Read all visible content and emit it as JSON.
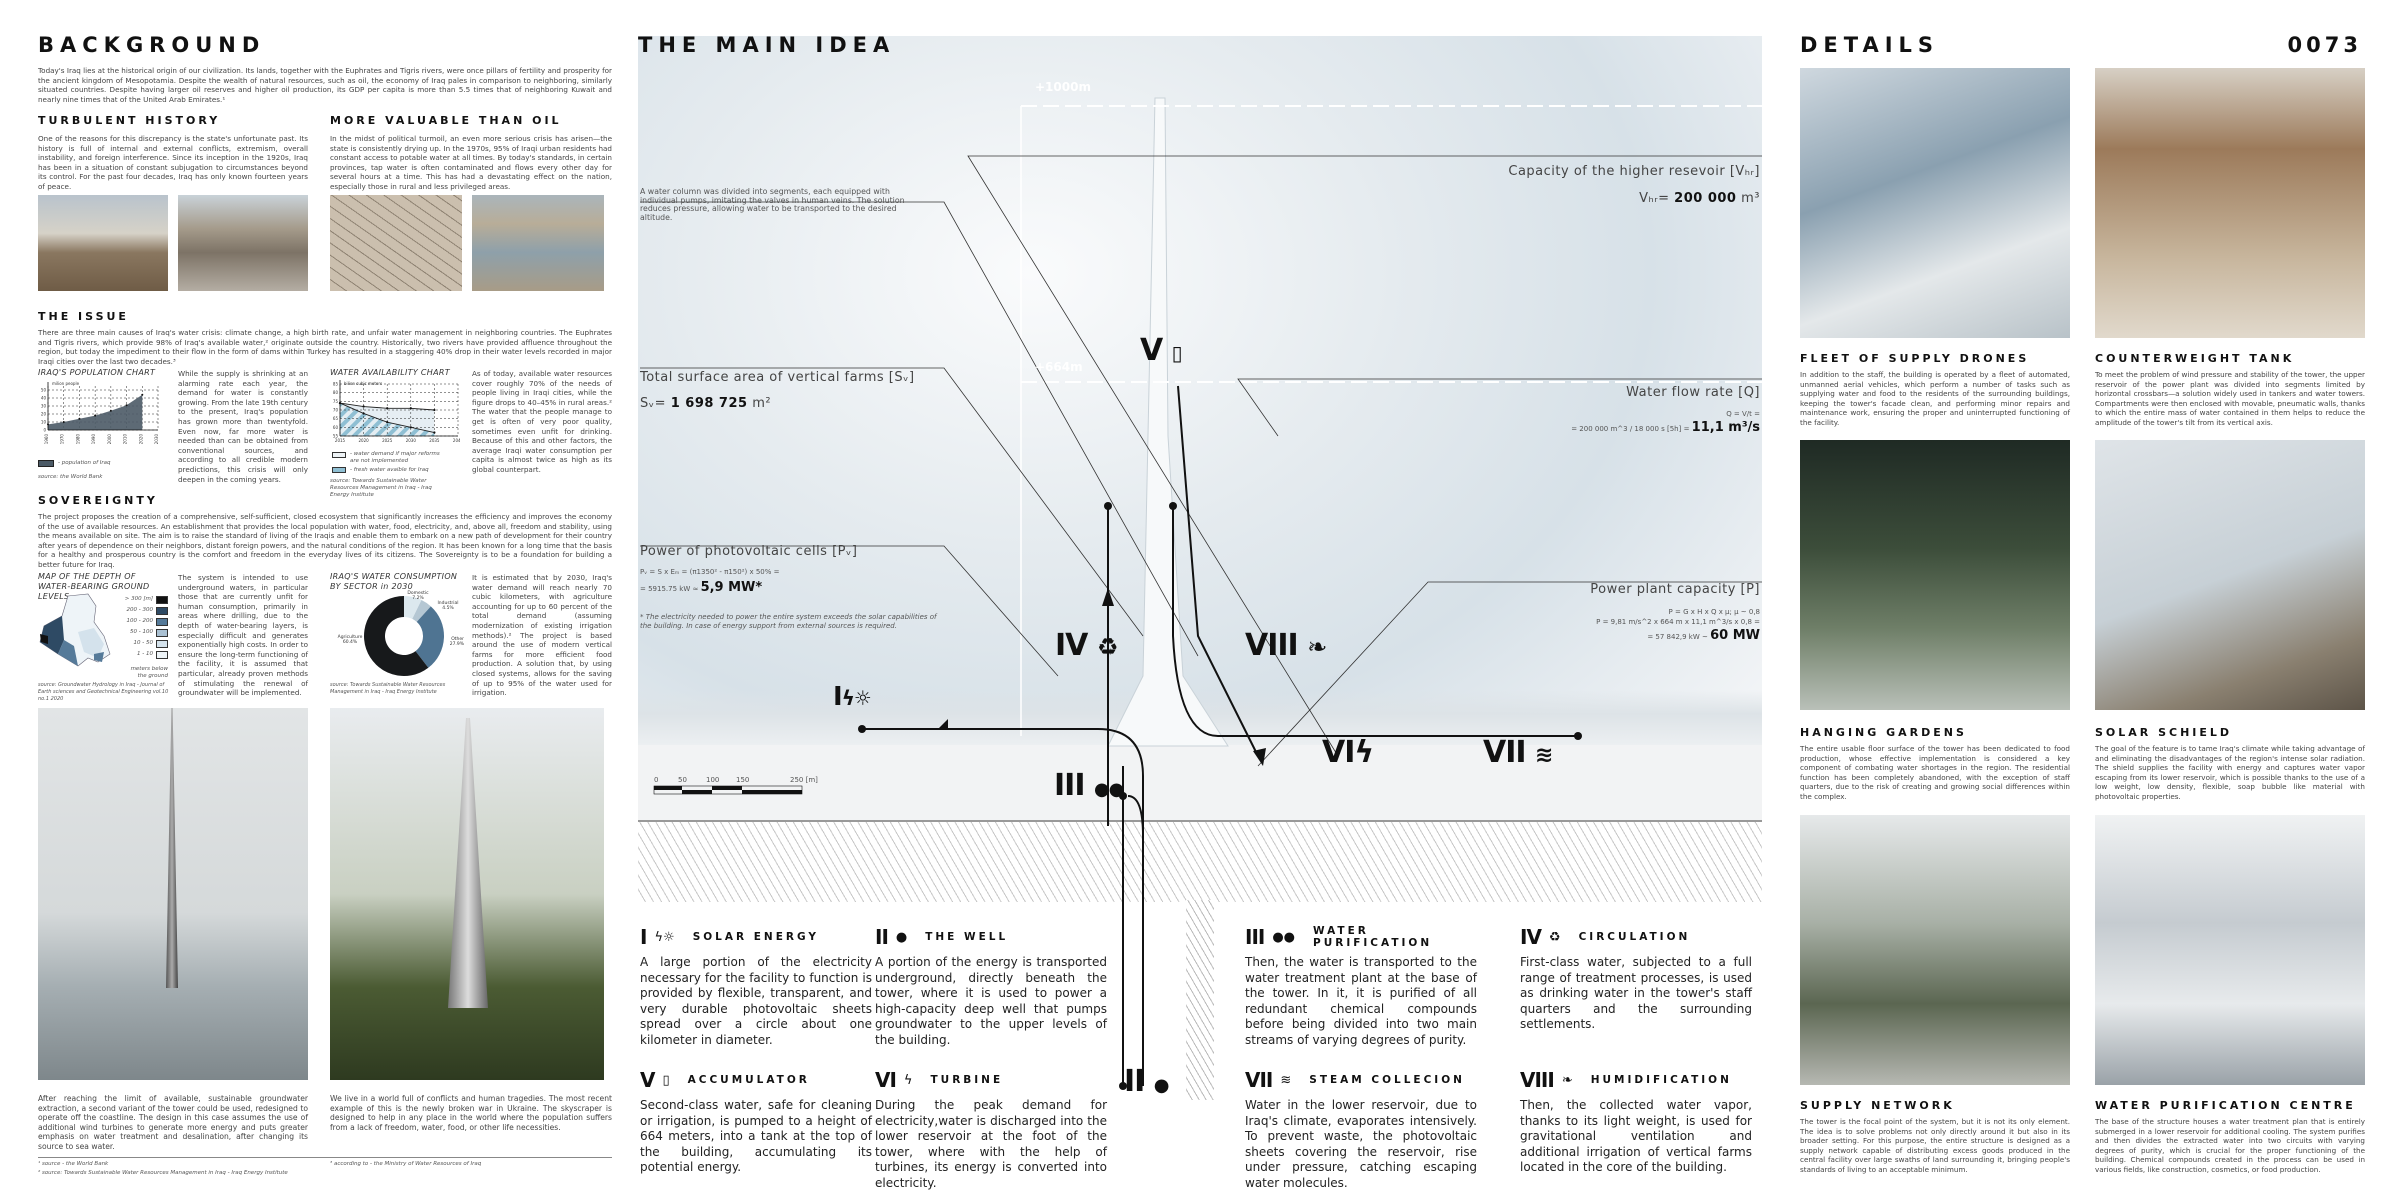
{
  "background": {
    "title": "BACKGROUND",
    "intro": "Today's Iraq lies at the historical origin of our civilization. Its lands, together with the Euphrates and Tigris rivers, were once pillars of fertility and prosperity for the ancient kingdom of Mesopotamia. Despite the wealth of natural resources, such as oil, the economy of Iraq pales in comparison to neighboring, similarly situated countries. Despite having larger oil reserves and higher oil production, its GDP per capita is more than 5.5 times that of neighboring Kuwait and nearly nine times that of the United Arab Emirates.¹",
    "turbulent_title": "TURBULENT HISTORY",
    "turbulent_text": "One of the reasons for this discrepancy is the state's unfortunate past. Its history is full of internal and external conflicts, extremism, overall instability, and foreign interference. Since its inception in the 1920s, Iraq has been in a situation of constant subjugation to circumstances beyond its control. For the past four decades, Iraq has only known fourteen years of peace.",
    "oil_title": "MORE VALUABLE THAN OIL",
    "oil_text": "In the midst of political turmoil, an even more serious crisis has arisen—the state is consistently drying up. In the 1970s, 95% of Iraqi urban residents had constant access to potable water at all times. By today's standards, in certain provinces, tap water is often contaminated and flows every other day for several hours at a time. This has had a devastating effect on the nation, especially those in rural and less privileged areas.",
    "issue_title": "THE ISSUE",
    "issue_text": "There are three main causes of Iraq's water crisis: climate change, a high birth rate, and unfair water management in neighboring countries. The Euphrates and Tigris rivers, which provide 98% of Iraq's available water,² originate outside the country. Historically, two rivers have provided affluence throughout the region, but today the impediment to their flow in the form of dams within Turkey has resulted in a staggering 40% drop in their water levels recorded in major Iraqi cities over the last two decades.³",
    "pop_text": "While the supply is shrinking at an alarming rate each year, the demand for water is constantly growing. From the late 19th century to the present, Iraq's population has grown more than twentyfold. Even now, far more water is needed than can be obtained from conventional sources, and according to all credible modern predictions, this crisis will only deepen in the coming years.",
    "water_text": "As of today, available water resources cover roughly 70% of the needs of people living in Iraqi cities, while the figure drops to 40–45% in rural areas.² The water that the people manage to get is often of very poor quality, sometimes even unfit for drinking. Because of this and other factors, the average Iraqi water consumption per capita is almost twice as high as its global counterpart.",
    "sovereignty_title": "SOVEREIGNTY",
    "sovereignty_text": "The project proposes the creation of a comprehensive, self-sufficient, closed ecosystem that significantly increases the efficiency and improves the economy of the use of available resources. An establishment that provides the local population with water, food, electricity, and, above all, freedom and stability, using the means available on site. The aim is to raise the standard of living of the Iraqis and enable them to embark on a new path of development for their country after years of dependence on their neighbors, distant foreign powers, and the natural conditions of the region. It has been known for a long time that the basis for a healthy and prosperous country is the comfort and freedom in the everyday lives of its citizens. The Sovereignty is to be a foundation for building a better future for Iraq.",
    "map_text": "The system is intended to use underground waters, in particular those that are currently unfit for human consumption, primarily in areas where drilling, due to the depth of water-bearing layers, is especially difficult and generates exponentially high costs. In order to ensure the long-term functioning of the facility, it is assumed that particular, already proven methods of stimulating the renewal of groundwater will be implemented.",
    "consumption_text": "It is estimated that by 2030, Iraq's water demand will reach nearly 70 cubic kilometers, with agriculture accounting for up to 60 percent of the total demand (assuming modernization of existing irrigation methods).² The project is based around the use of modern vertical farms for more efficient food production. A solution that, by using closed systems, allows for the saving of up to 95% of the water used for irrigation.",
    "offshore_text": "After reaching the limit of available, sustainable groundwater extraction, a second variant of the tower could be used, redesigned to operate off the coastline. The design in this case assumes the use of additional wind turbines to generate more energy and puts greater emphasis on water treatment and desalination, after changing its source to sea water.",
    "ukraine_text": "We live in a world full of conflicts and human tragedies. The most recent example of this is the newly broken war in Ukraine. The skyscraper is designed to help in any place in the world where the population suffers from a lack of freedom, water, food, or other life necessities.",
    "footnotes": [
      "¹ source - the World Bank",
      "² source: Towards Sustainable Water Resources Management in Iraq - Iraq Energy Institute",
      "³ according to - the Ministry of Water Resources of Iraq"
    ]
  },
  "chart_data": [
    {
      "type": "area",
      "title": "IRAQ'S POPULATION CHART",
      "ylabel": "milion people",
      "x": [
        1960,
        1970,
        1980,
        1990,
        2000,
        2010,
        2020
      ],
      "xticks": [
        "1960",
        "1970",
        "1980",
        "1990",
        "2000",
        "2010",
        "2020",
        "2030"
      ],
      "values": [
        7,
        10,
        14,
        18,
        24,
        31,
        44
      ],
      "ylim": [
        0,
        55
      ],
      "yticks": [
        "0",
        "10",
        "20",
        "30",
        "40",
        "50"
      ],
      "legend": "- population of Iraq",
      "source": "source: the World Bank",
      "grid": true
    },
    {
      "type": "line",
      "title": "WATER AVAILABILITY CHART",
      "ylabel": "bilion cubic meters",
      "x": [
        2015,
        2020,
        2025,
        2030,
        2035
      ],
      "xticks": [
        "2015",
        "2020",
        "2025",
        "2030",
        "2035",
        "2040"
      ],
      "ylim": [
        55,
        85
      ],
      "yticks": [
        "55",
        "60",
        "65",
        "70",
        "75",
        "80",
        "85"
      ],
      "series": [
        {
          "name": "- water demand if major reforms are not implemented",
          "values": [
            74,
            72,
            71,
            71,
            70
          ]
        },
        {
          "name": "- fresh water avaible for Iraq",
          "values": [
            74,
            68,
            63,
            60,
            57
          ]
        }
      ],
      "source": "source: Towards Sustainable Water Resources Management in Iraq - Iraq Energy Institute",
      "grid": true
    },
    {
      "type": "pie",
      "title": "IRAQ'S WATER CONSUMPTION BY SECTOR in 2030",
      "slices": [
        {
          "label": "Domestic",
          "value": 7.2,
          "text": "7.2%",
          "color": "#dce8ee"
        },
        {
          "label": "Industrial",
          "value": 4.5,
          "text": "4.5%",
          "color": "#b5c7d3"
        },
        {
          "label": "Other",
          "value": 27.9,
          "text": "27.9%",
          "color": "#4f7492"
        },
        {
          "label": "Agriculture",
          "value": 60.4,
          "text": "60.4%",
          "color": "#17191b"
        }
      ],
      "source": "source: Towards Sustainable Water Resources Management in Iraq - Iraq Energy Institute"
    }
  ],
  "map": {
    "title": "MAP OF THE DEPTH OF WATER-BEARING GROUND LEVELS",
    "legend": [
      {
        "label": "> 300 [m]",
        "color": "#111"
      },
      {
        "label": "200 - 300",
        "color": "#2e4a64"
      },
      {
        "label": "100 - 200",
        "color": "#557a99"
      },
      {
        "label": "50 - 100",
        "color": "#a9c0d2"
      },
      {
        "label": "10 - 50",
        "color": "#d4e2ec"
      },
      {
        "label": "1 - 10",
        "color": "#eef4f8"
      }
    ],
    "legend_note": "meters below the ground",
    "source": "source: Groundwater Hydrology in Iraq - Journal of Earth sciences and Geotechnical Engineering vol.10 no.1 2020"
  },
  "main": {
    "title": "THE MAIN IDEA",
    "level_top": "+1000m",
    "level_mid": "+664m",
    "column_note": "A water column was divided into segments, each equipped with individual pumps, imitating the valves in human veins. The solution reduces pressure, allowing water to be transported to the desired altitude.",
    "farms_label": "Total surface area of vertical farms [Sᵥ]",
    "farms_eq": "Sᵥ= ",
    "farms_value": "1 698 725",
    "farms_unit": " m²",
    "pv_label": "Power of photovoltaic cells [Pᵥ]",
    "pv_formula": "Pᵥ = S x Eₘ = (π1350² - π150²) x 50% =",
    "pv_result": "= 5915.75 kW ≈ ",
    "pv_value": "5,9 MW*",
    "pv_note": "* The electricity needed to power the entire system exceeds the solar capabilities of the building. In case of energy support from external sources is required.",
    "reservoir_label": "Capacity of the higher resevoir [Vₕᵣ]",
    "reservoir_eq": "Vₕᵣ= ",
    "reservoir_value": "200 000",
    "reservoir_unit": " m³",
    "flow_label": "Water flow rate [Q]",
    "flow_formula": "Q = V/t =",
    "flow_result": "= 200 000 m^3 / 18 000 s [5h] = ",
    "flow_value": "11,1 m³/s",
    "plant_label": "Power plant capacity [P]",
    "plant_formula1": "P = G x H x Q x μ;  μ ~ 0,8",
    "plant_formula2": "P = 9,81 m/s^2 x 664 m x 11,1 m^3/s x 0,8 =",
    "plant_result": "= 57 842,9 kW ~ ",
    "plant_value": "60 MW",
    "scale": [
      "0",
      "50",
      "100",
      "150",
      "250 [m]"
    ],
    "numerals": [
      "I",
      "II",
      "III",
      "IV",
      "V",
      "VI",
      "VII",
      "VIII"
    ],
    "steps": [
      {
        "numeral": "I",
        "icon": "solar-icon",
        "glyph": "ϟ☼",
        "title": "SOLAR ENERGY",
        "text": "A large portion of the electricity necessary for the facility to function is provided by flexible, transparent, and very durable photovoltaic sheets spread over a circle about one kilometer in diameter."
      },
      {
        "numeral": "II",
        "icon": "drop-icon",
        "glyph": "●",
        "title": "THE WELL",
        "text": "A portion of the energy is transported underground, directly beneath the tower, where it is used to power a high-capacity deep well that pumps groundwater to the upper levels of the building."
      },
      {
        "numeral": "III",
        "icon": "two-drops-icon",
        "glyph": "●●",
        "title": "WATER PURIFICATION",
        "text": "Then, the water is transported to the water treatment plant at the base of the tower. In it, it is purified of all redundant chemical compounds before being divided into two main streams of varying degrees of purity."
      },
      {
        "numeral": "IV",
        "icon": "recycle-icon",
        "glyph": "♻",
        "title": "CIRCULATION",
        "text": "First-class water, subjected to a full range of treatment processes, is used as drinking water in the tower's staff quarters and the surrounding settlements."
      },
      {
        "numeral": "V",
        "icon": "battery-icon",
        "glyph": "▯",
        "title": "ACCUMULATOR",
        "text": "Second-class water, safe for cleaning or irrigation, is pumped to a height of 664 meters, into a tank at the top of the building, accumulating its potential energy."
      },
      {
        "numeral": "VI",
        "icon": "lightning-icon",
        "glyph": "ϟ",
        "title": "TURBINE",
        "text": "During the peak demand for electricity,water is discharged into the lower reservoir at the foot of the tower, where with the help of turbines, its energy is converted into electricity."
      },
      {
        "numeral": "VII",
        "icon": "steam-icon",
        "glyph": "≋",
        "title": "STEAM COLLECION",
        "text": "Water in the lower reservoir, due to Iraq's climate, evaporates intensively. To prevent waste, the photovoltaic sheets covering the reservoir, rise under pressure, catching escaping water molecules."
      },
      {
        "numeral": "VIII",
        "icon": "leaf-icon",
        "glyph": "❧",
        "title": "HUMIDIFICATION",
        "text": "Then, the collected water vapor, thanks to its light weight, is used for gravitational ventilation and additional irrigation of vertical farms located in the core of the building."
      }
    ]
  },
  "details": {
    "title": "DETAILS",
    "number": "0073",
    "items": [
      {
        "title": "FLEET OF SUPPLY DRONES",
        "text": "In addition to the staff, the building is operated by a fleet of automated, unmanned aerial vehicles, which perform a number of tasks such as supplying water and food to the residents of the surrounding buildings, keeping the tower's facade clean, and performing minor repairs and maintenance work, ensuring the proper and uninterrupted functioning of the facility."
      },
      {
        "title": "COUNTERWEIGHT TANK",
        "text": "To meet the problem of wind pressure and stability of the tower, the upper reservoir of the power plant was divided into segments limited by horizontal crossbars—a solution widely used in tankers and water towers. Compartments were then enclosed with movable, pneumatic walls, thanks to which the entire mass of water contained in them helps to reduce the amplitude of the tower's tilt from its vertical axis."
      },
      {
        "title": "HANGING GARDENS",
        "text": "The entire usable floor surface of the tower has been dedicated to food production, whose effective implementation is considered a key component of combating water shortages in the region. The residential function has been completely abandoned, with the exception of staff quarters, due to the risk of creating and growing social differences within the complex."
      },
      {
        "title": "SOLAR SCHIELD",
        "text": "The goal of the feature is to tame Iraq's climate while taking advantage of and eliminating the disadvantages of the region's intense solar radiation. The shield supplies the facility with energy and captures water vapor escaping from its lower reservoir, which is possible thanks to the use of a low weight, low density, flexible, soap bubble like material with photovoltaic properties."
      },
      {
        "title": "SUPPLY NETWORK",
        "text": "The tower is the focal point of the system, but it is not its only element. The idea is to solve problems not only directly around it but also in its broader setting. For this purpose, the entire structure is designed as a supply network capable of distributing excess goods produced in the central facility over large swaths of land surrounding it, bringing people's standards of living to an acceptable minimum."
      },
      {
        "title": "WATER PURIFICATION CENTRE",
        "text": "The base of the structure houses a water treatment plan that is entirely submerged in a lower reservoir for additional cooling. The system purifies and then divides the extracted water into two circuits with varying degrees of purity, which is crucial for the proper functioning of the building. Chemical compounds created in the process can be used in various fields, like construction, cosmetics, or food production."
      }
    ]
  }
}
